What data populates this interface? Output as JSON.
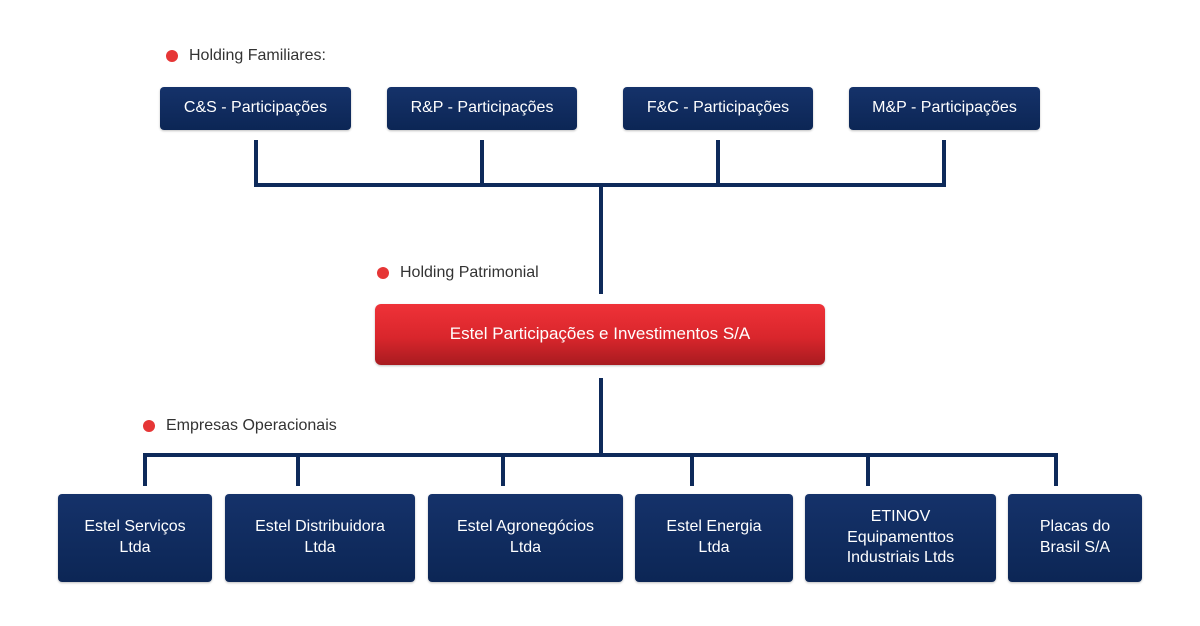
{
  "sections": {
    "holding_familiares": "Holding Familiares:",
    "holding_patrimonial": "Holding Patrimonial",
    "empresas_operacionais": "Empresas Operacionais"
  },
  "holding_familiares_nodes": [
    "C&S - Participações",
    "R&P - Participações",
    "F&C - Participações",
    "M&P - Participações"
  ],
  "holding_patrimonial_node": "Estel Participações e Investimentos S/A",
  "empresas_operacionais_nodes": [
    "Estel Serviços\nLtda",
    "Estel Distribuidora\nLtda",
    "Estel Agronegócios\nLtda",
    "Estel Energia\nLtda",
    "ETINOV\nEquipamenttos\nIndustriais Ltds",
    "Placas do\nBrasil S/A"
  ],
  "colors": {
    "node_blue": "#0e2a5a",
    "node_red": "#e3282e",
    "bullet": "#e63636",
    "connector": "#0e2a5a"
  }
}
